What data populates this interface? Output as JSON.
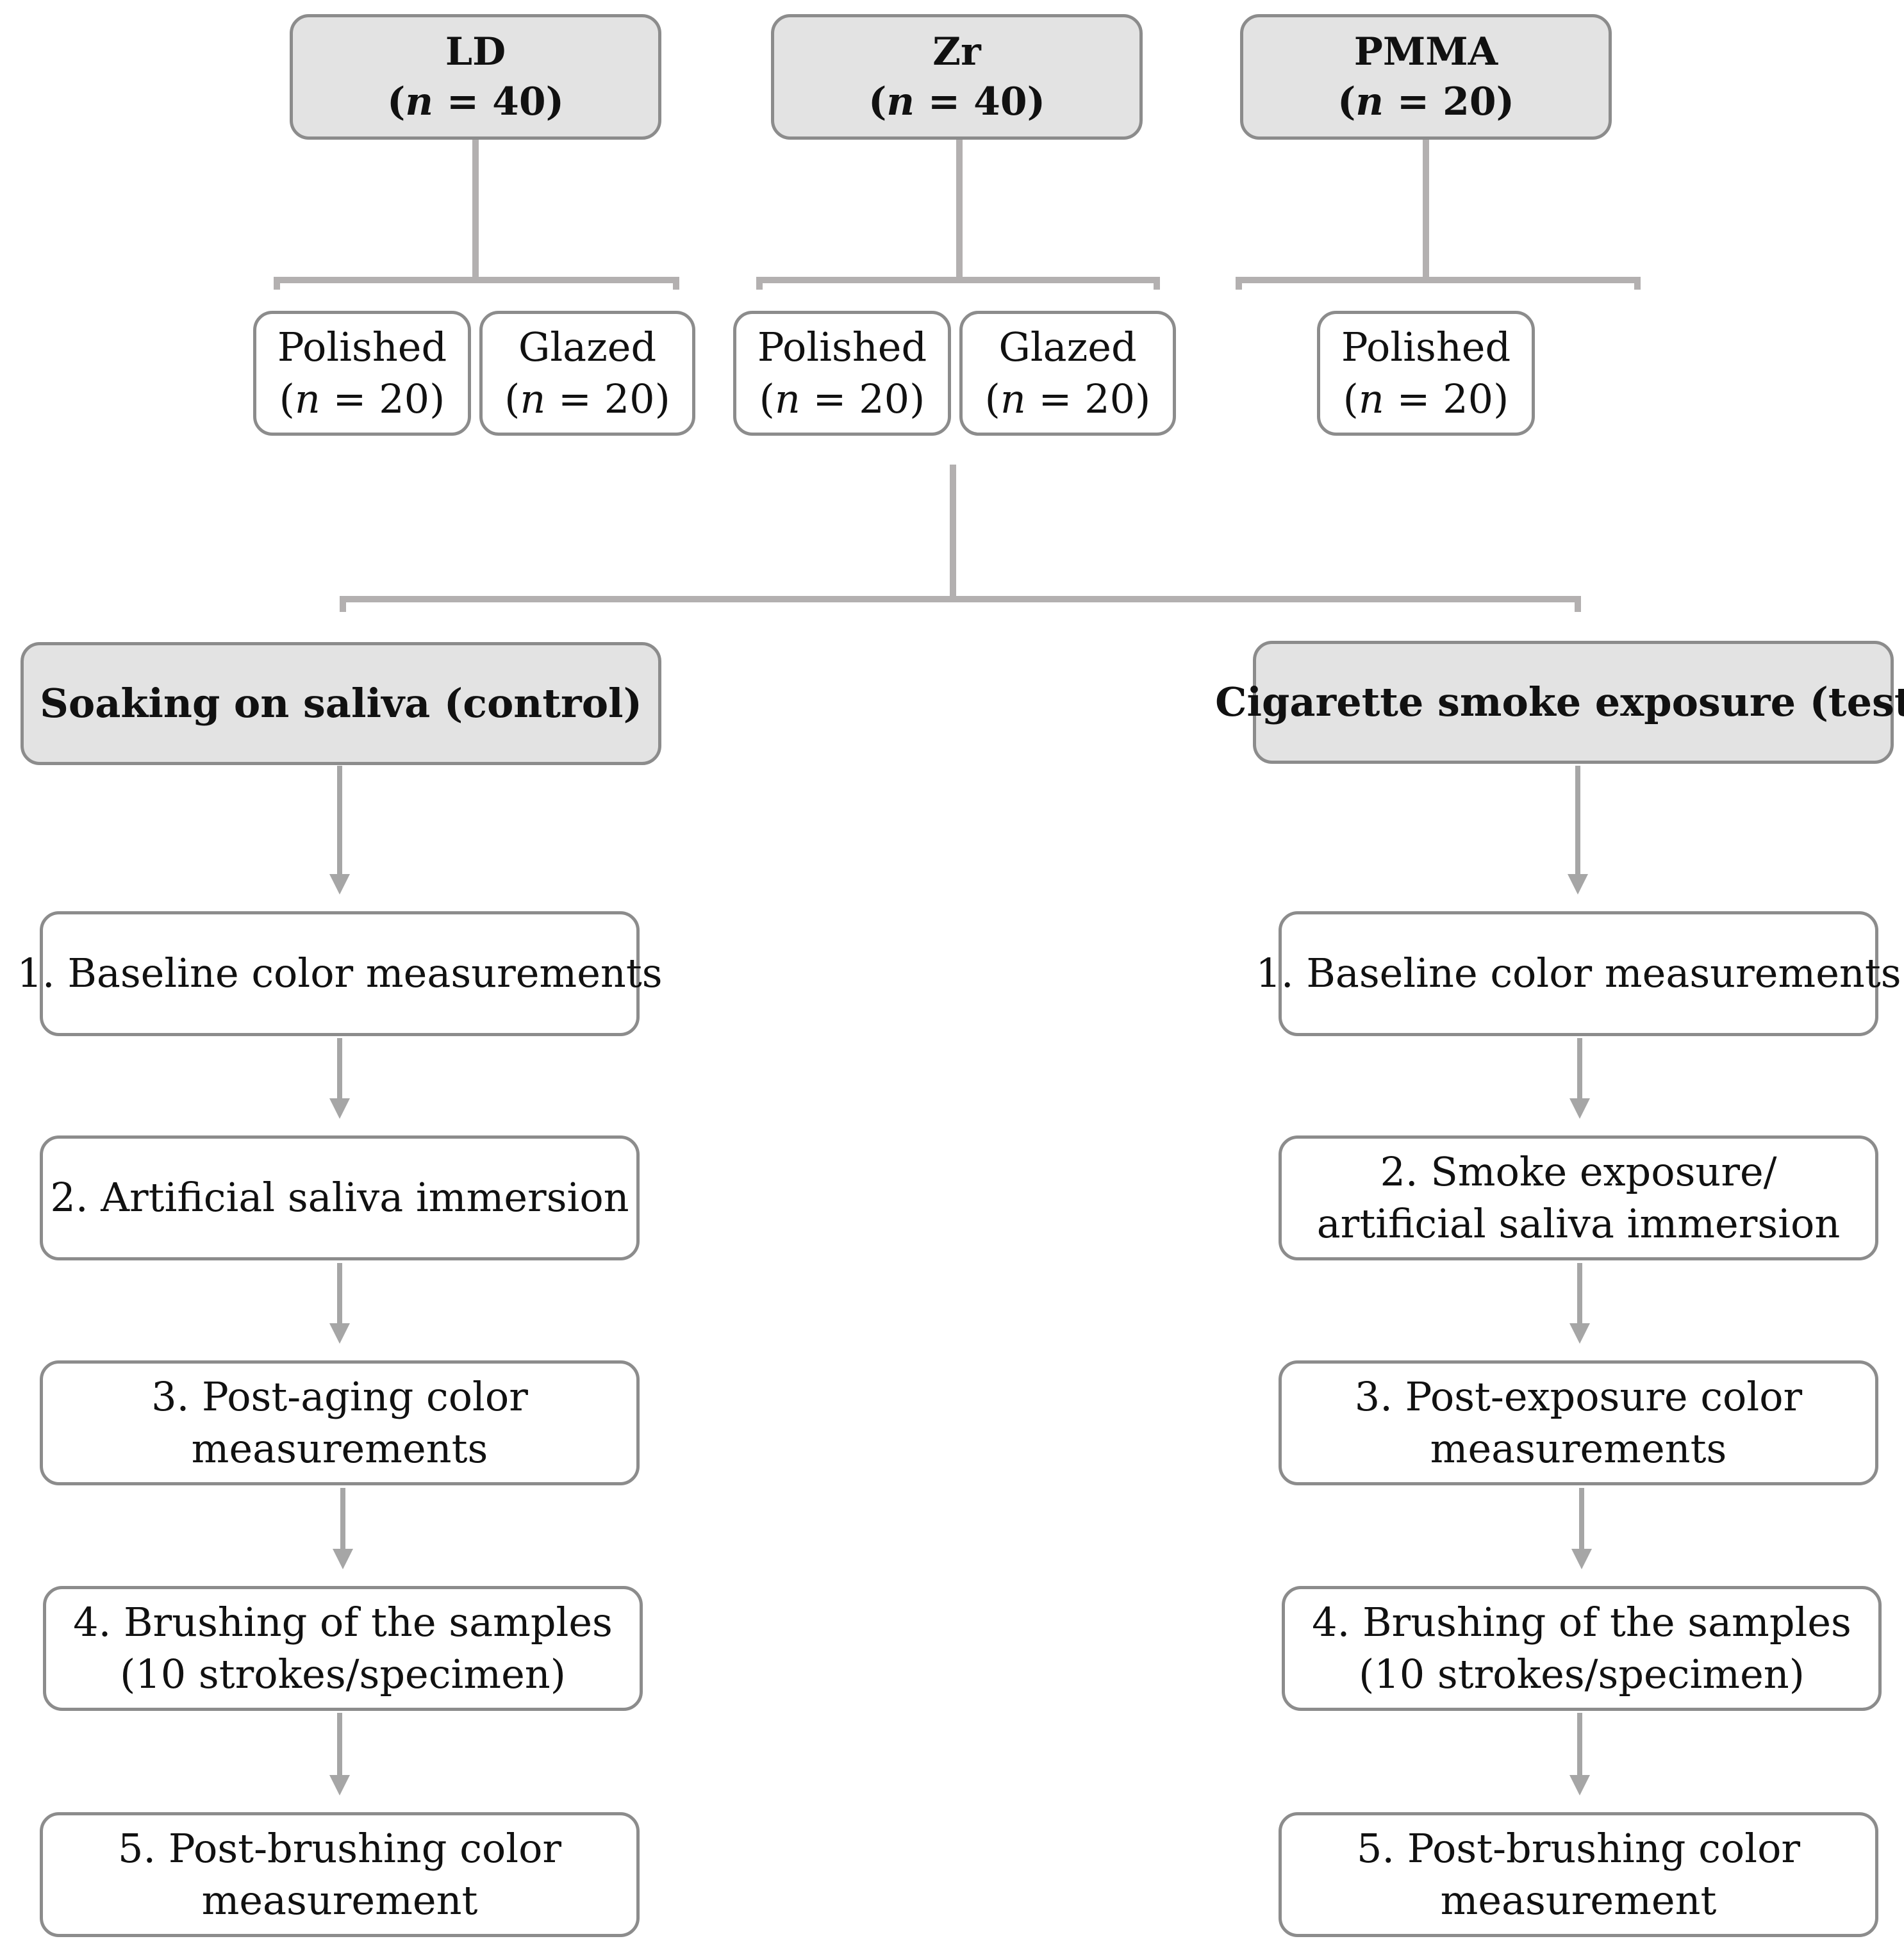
{
  "materials": [
    {
      "name": "LD",
      "n": "40"
    },
    {
      "name": "Zr",
      "n": "40"
    },
    {
      "name": "PMMA",
      "n": "20"
    }
  ],
  "surfaces": [
    {
      "label": "Polished",
      "n": "20"
    },
    {
      "label": "Glazed",
      "n": "20"
    },
    {
      "label": "Polished",
      "n": "20"
    },
    {
      "label": "Glazed",
      "n": "20"
    },
    {
      "label": "Polished",
      "n": "20"
    }
  ],
  "n_symbol": "n",
  "equals": "=",
  "control": {
    "title": "Soaking on saliva (control)",
    "steps": [
      [
        "1. Baseline color measurements"
      ],
      [
        "2. Artificial saliva immersion"
      ],
      [
        "3. Post-aging color",
        "measurements"
      ],
      [
        "4. Brushing of the samples",
        "(10 strokes/specimen)"
      ],
      [
        "5. Post-brushing color",
        "measurement"
      ]
    ]
  },
  "test": {
    "title": "Cigarette smoke exposure (test)",
    "steps": [
      [
        "1. Baseline color measurements"
      ],
      [
        "2. Smoke exposure/",
        "artificial saliva immersion"
      ],
      [
        "3. Post-exposure color",
        "measurements"
      ],
      [
        "4. Brushing of the samples",
        "(10 strokes/specimen)"
      ],
      [
        "5. Post-brushing color",
        "measurement"
      ]
    ]
  },
  "colors": {
    "line": "#b3b0b0",
    "arrow": "#a6a6a6",
    "box_border": "#8c8c8c",
    "header_fill": "#e3e3e3"
  }
}
